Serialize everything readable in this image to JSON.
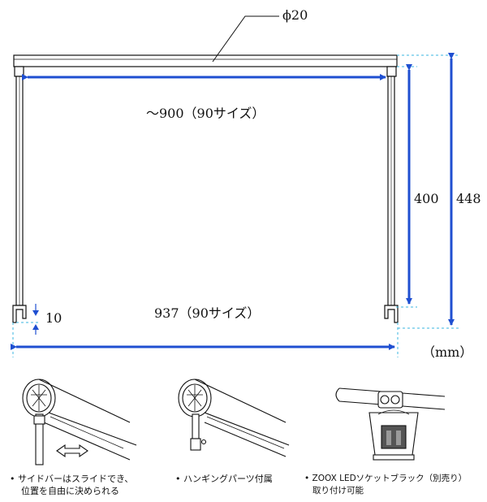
{
  "dimensions": {
    "pipe_diameter": "ϕ20",
    "inner_width": "～900（90サイズ）",
    "overall_width": "937（90サイズ）",
    "inner_height": "400",
    "overall_height": "448",
    "foot_height": "10",
    "unit": "（mm）"
  },
  "features": [
    {
      "line1": "• サイドバーはスライドでき、",
      "line2": "位置を自由に決められる"
    },
    {
      "line1": "• ハンギングパーツ付属",
      "line2": ""
    },
    {
      "line1": "• ZOOX LEDソケットブラック（別売り）",
      "line2": "取り付け可能"
    }
  ],
  "colors": {
    "dimension_arrow": "#1f4fd1",
    "guide_line": "#39b6e0",
    "line_art": "#111111"
  }
}
